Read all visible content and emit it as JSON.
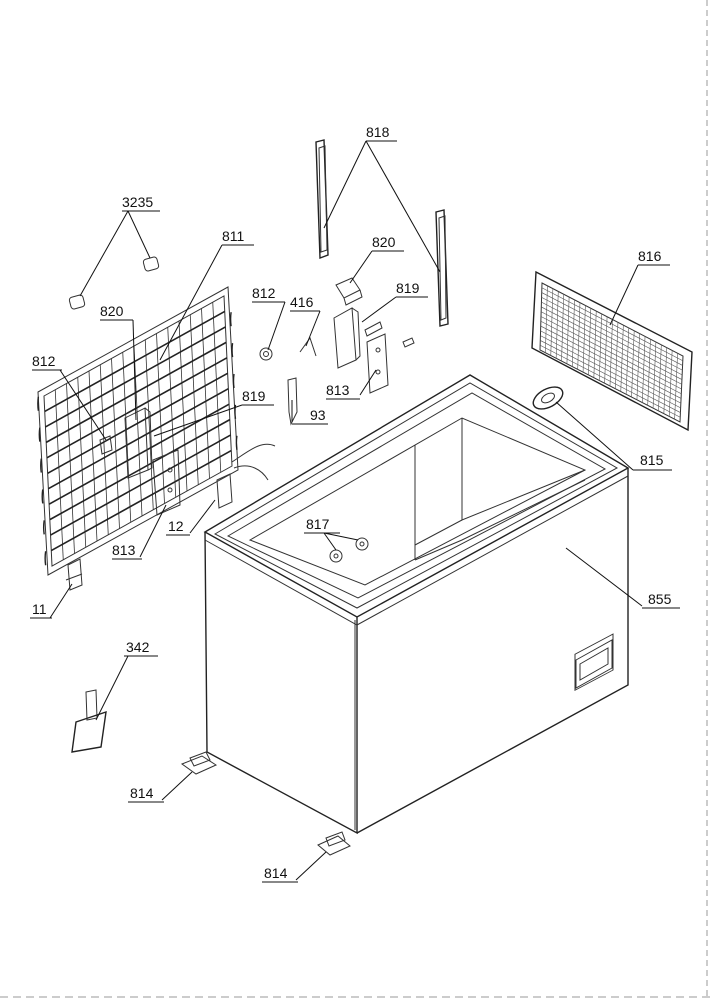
{
  "callouts": [
    {
      "id": "c818",
      "text": "818"
    },
    {
      "id": "c3235",
      "text": "3235"
    },
    {
      "id": "c811",
      "text": "811"
    },
    {
      "id": "c820a",
      "text": "820"
    },
    {
      "id": "c816",
      "text": "816"
    },
    {
      "id": "c812a",
      "text": "812"
    },
    {
      "id": "c416",
      "text": "416"
    },
    {
      "id": "c819a",
      "text": "819"
    },
    {
      "id": "c820b",
      "text": "820"
    },
    {
      "id": "c812b",
      "text": "812"
    },
    {
      "id": "c813a",
      "text": "813"
    },
    {
      "id": "c93",
      "text": "93"
    },
    {
      "id": "c819b",
      "text": "819"
    },
    {
      "id": "c815",
      "text": "815"
    },
    {
      "id": "c813b",
      "text": "813"
    },
    {
      "id": "c12",
      "text": "12"
    },
    {
      "id": "c817",
      "text": "817"
    },
    {
      "id": "c855",
      "text": "855"
    },
    {
      "id": "c11",
      "text": "11"
    },
    {
      "id": "c342",
      "text": "342"
    },
    {
      "id": "c814a",
      "text": "814"
    },
    {
      "id": "c814b",
      "text": "814"
    }
  ]
}
